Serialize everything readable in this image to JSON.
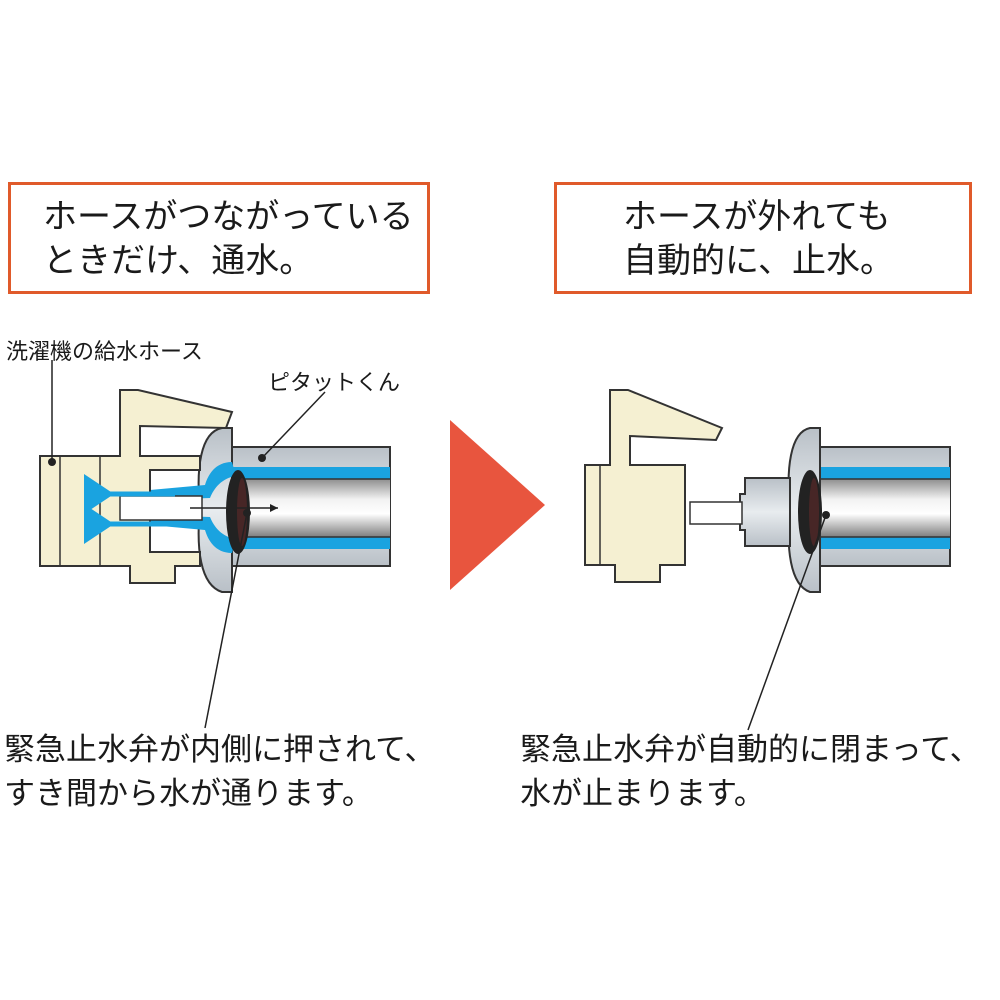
{
  "boxes": {
    "left": {
      "line1": "ホースがつながっている",
      "line2": "ときだけ、通水。"
    },
    "right": {
      "line1": "ホースが外れても",
      "line2": "自動的に、止水。"
    }
  },
  "labels": {
    "hose": "洗濯機の給水ホース",
    "pitatto": "ピタットくん"
  },
  "captions": {
    "left": {
      "line1": "緊急止水弁が内側に押されて、",
      "line2": "すき間から水が通ります。"
    },
    "right": {
      "line1": "緊急止水弁が自動的に閉まって、",
      "line2": "水が止まります。"
    }
  },
  "colors": {
    "accent": "#e05a2a",
    "arrow": "#e8553e",
    "water": "#1aa3e0",
    "fitting": "#f5f0d2",
    "valve": "#222222"
  }
}
